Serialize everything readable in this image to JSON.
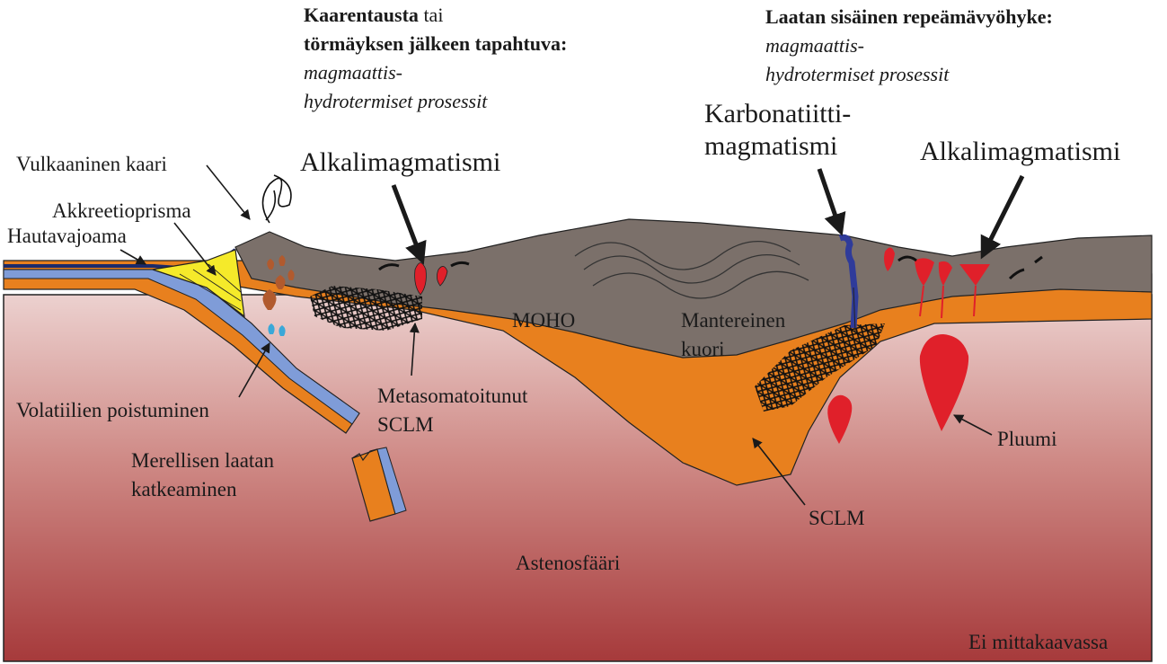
{
  "headers": {
    "left": {
      "bold_1": "Kaarentausta",
      "normal_1": " tai",
      "bold_2": "törmäyksen jälkeen tapahtuva:",
      "italic_1": "magmaattis-",
      "italic_2": "hydrotermiset prosessit"
    },
    "right": {
      "bold_1": "Laatan sisäinen repeämävyöhyke:",
      "italic_1": "magmaattis-",
      "italic_2": "hydrotermiset prosessit"
    }
  },
  "labels": {
    "volcanic_arc": "Vulkaaninen kaari",
    "accretionary_prism": "Akkreetioprisma",
    "trench": "Hautavajoama",
    "alkali_left": "Alkalimagmatismi",
    "carbonatite_1": "Karbonatiitti-",
    "carbonatite_2": "magmatismi",
    "alkali_right": "Alkalimagmatismi",
    "moho": "MOHO",
    "continental_crust_1": "Mantereinen",
    "continental_crust_2": "kuori",
    "volatile_release": "Volatiilien poistuminen",
    "metasomatized_1": "Metasomatoitunut",
    "metasomatized_2": "SCLM",
    "slab_break_1": "Merellisen laatan",
    "slab_break_2": "katkeaminen",
    "sclm": "SCLM",
    "plume": "Pluumi",
    "asthenosphere": "Astenosfääri",
    "scale_note": "Ei mittakaavassa"
  },
  "colors": {
    "crust": "#7b706a",
    "sclm": "#e8801e",
    "asthenosphere_top": "#e7c5c3",
    "asthenosphere_bottom": "#a73a3a",
    "magma": "#e0202a",
    "carbonatite": "#2f3b9a",
    "slab_blue": "#7f9cd8",
    "prism_yellow": "#f5ea2a",
    "hydrous_fluid": "#3aa8d8",
    "arc_magma": "#b15a2e"
  }
}
